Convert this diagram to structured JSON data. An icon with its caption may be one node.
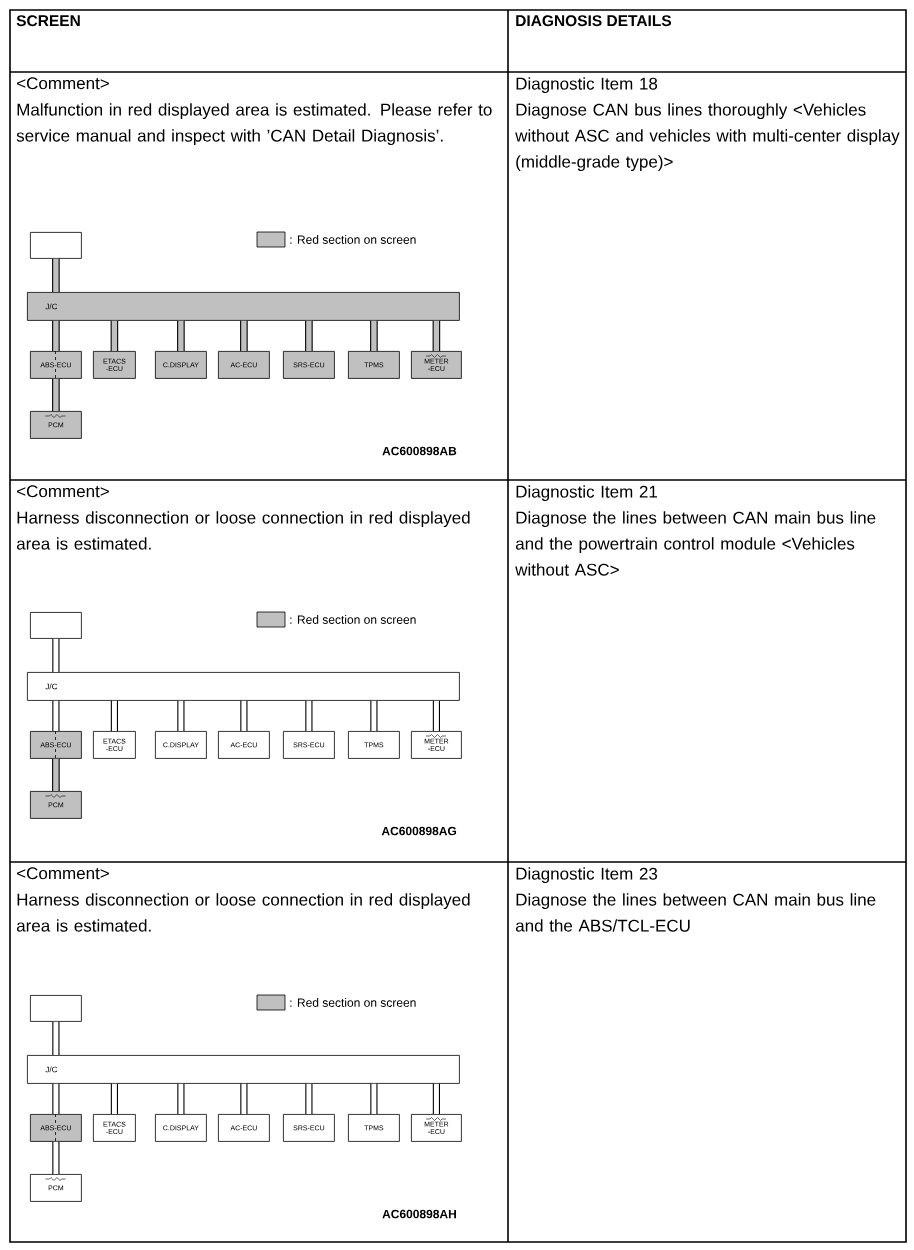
{
  "diagram": {
    "nodes": [
      {
        "text": [],
        "shape": "box"
      },
      {
        "text": [
          "J/C"
        ]
      },
      {
        "text": [
          "ABS-ECU"
        ]
      },
      {
        "text": [
          "ETACS -ECU"
        ]
      },
      {
        "text": [
          "C.DISPLAY"
        ]
      },
      {
        "text": [
          "AC-ECU"
        ]
      },
      {
        "text": [
          "SRS-ECU"
        ]
      },
      {
        "text": [
          "TPMS"
        ]
      },
      {
        "text": [
          "METER -ECU"
        ]
      },
      {
        "text": [
          "PCM"
        ]
      },
      {
        "text": [],
        "shape": "box"
      },
      {
        "text": [
          "J/C"
        ]
      },
      {
        "text": [
          "ABS-ECU"
        ]
      },
      {
        "text": [
          "ETACS -ECU"
        ]
      },
      {
        "text": [
          "C.DISPLAY"
        ]
      },
      {
        "text": [
          "AC-ECU"
        ]
      },
      {
        "text": [
          "SRS-ECU"
        ]
      },
      {
        "text": [
          "TPMS"
        ]
      },
      {
        "text": [
          "METER -ECU"
        ]
      },
      {
        "text": [
          "PCM"
        ]
      },
      {
        "text": [],
        "shape": "box"
      },
      {
        "text": [
          "J/C"
        ]
      },
      {
        "text": [
          "ABS-ECU"
        ]
      },
      {
        "text": [
          "ETACS -ECU"
        ]
      },
      {
        "text": [
          "C.DISPLAY"
        ]
      },
      {
        "text": [
          "AC-ECU"
        ]
      },
      {
        "text": [
          "SRS-ECU"
        ]
      },
      {
        "text": [
          "TPMS"
        ]
      },
      {
        "text": [
          "METER -ECU"
        ]
      },
      {
        "text": [
          "PCM"
        ]
      }
    ],
    "edges": [
      {
        "from": 0,
        "to": 1,
        "arrow": "none",
        "color": "#c0c0c0"
      },
      {
        "from": 1,
        "to": 2,
        "arrow": "none",
        "color": "#c0c0c0"
      },
      {
        "from": 1,
        "to": 3,
        "arrow": "none",
        "color": "#c0c0c0"
      },
      {
        "from": 1,
        "to": 4,
        "arrow": "none",
        "color": "#c0c0c0"
      },
      {
        "from": 1,
        "to": 5,
        "arrow": "none",
        "color": "#c0c0c0"
      },
      {
        "from": 1,
        "to": 6,
        "arrow": "none",
        "color": "#c0c0c0"
      },
      {
        "from": 1,
        "to": 7,
        "arrow": "none",
        "color": "#c0c0c0"
      },
      {
        "from": 1,
        "to": 8,
        "arrow": "none",
        "color": "#c0c0c0"
      },
      {
        "from": 2,
        "to": 9,
        "arrow": "none",
        "color": "#c0c0c0"
      },
      {
        "from": 10,
        "to": 11,
        "arrow": "none"
      },
      {
        "from": 11,
        "to": 12,
        "arrow": "none"
      },
      {
        "from": 11,
        "to": 13,
        "arrow": "none"
      },
      {
        "from": 11,
        "to": 14,
        "arrow": "none"
      },
      {
        "from": 11,
        "to": 15,
        "arrow": "none"
      },
      {
        "from": 11,
        "to": 16,
        "arrow": "none"
      },
      {
        "from": 11,
        "to": 17,
        "arrow": "none"
      },
      {
        "from": 11,
        "to": 18,
        "arrow": "none"
      },
      {
        "from": 12,
        "to": 19,
        "arrow": "none",
        "color": "#c0c0c0"
      },
      {
        "from": 20,
        "to": 21,
        "arrow": "none"
      },
      {
        "from": 21,
        "to": 22,
        "arrow": "none"
      },
      {
        "from": 21,
        "to": 23,
        "arrow": "none"
      },
      {
        "from": 21,
        "to": 24,
        "arrow": "none"
      },
      {
        "from": 21,
        "to": 25,
        "arrow": "none"
      },
      {
        "from": 21,
        "to": 26,
        "arrow": "none"
      },
      {
        "from": 21,
        "to": 27,
        "arrow": "none"
      },
      {
        "from": 21,
        "to": 28,
        "arrow": "none"
      },
      {
        "from": 22,
        "to": 29,
        "arrow": "none"
      }
    ],
    "labels": [
      "SCREEN",
      "DIAGNOSIS DETAILS",
      "<Comment>",
      "Malfunction in red displayed area is estimated. Please refer to service manual and inspect with ’CAN Detail Diagnosis’.",
      "AC600898AB",
      "Diagnostic Item 18",
      "Diagnose CAN bus lines thoroughly <Vehicles without ASC and vehicles with multi-center display (middle-grade type)>",
      "<Comment>",
      "Harness disconnection or loose connection in red displayed area is estimated.",
      "AC600898AG",
      "Diagnostic Item 21",
      "Diagnose the lines between CAN main bus line and the powertrain control module <Vehicles without ASC>",
      "<Comment>",
      "Harness disconnection or loose connection in red displayed area is estimated.",
      "AC600898AH",
      "Diagnostic Item 23",
      "Diagnose the lines between CAN main bus line and the ABS/TCL-ECU"
    ],
    "legend": [
      {
        "text": ": Red section on screen",
        "color": "#c0c0c0"
      },
      {
        "text": ": Red section on screen",
        "color": "#c0c0c0"
      },
      {
        "text": ": Red section on screen",
        "color": "#c0c0c0"
      }
    ]
  }
}
